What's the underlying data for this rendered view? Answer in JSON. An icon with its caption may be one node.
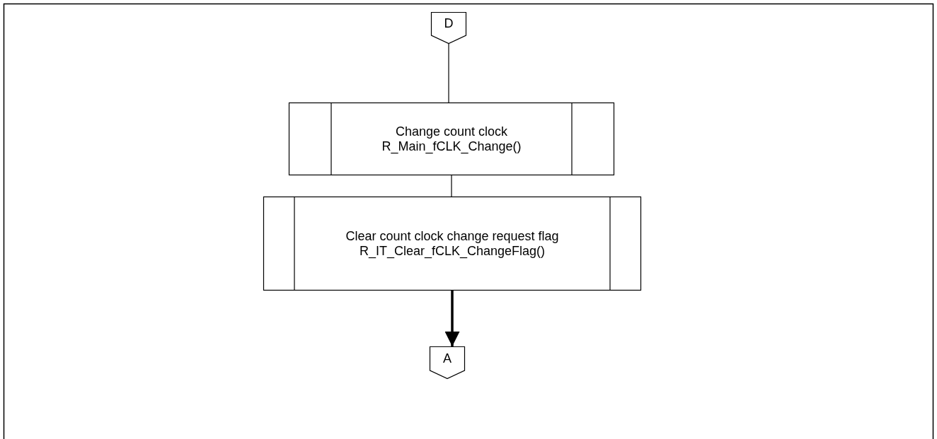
{
  "diagram": {
    "nodes": [
      {
        "text": [
          "D"
        ]
      },
      {
        "text": [
          "Change count clock R_Main_fCLK_Change()"
        ]
      },
      {
        "text": [
          "Clear count clock change request flag R_IT_Clear_fCLK_ChangeFlag()"
        ]
      },
      {
        "text": [
          "A"
        ]
      }
    ],
    "edges": [
      {
        "from": 0,
        "to": 1,
        "arrow": "none"
      },
      {
        "from": 1,
        "to": 2,
        "arrow": "none"
      },
      {
        "from": 2,
        "to": 3,
        "arrow": "to",
        "style": "thick"
      }
    ]
  }
}
